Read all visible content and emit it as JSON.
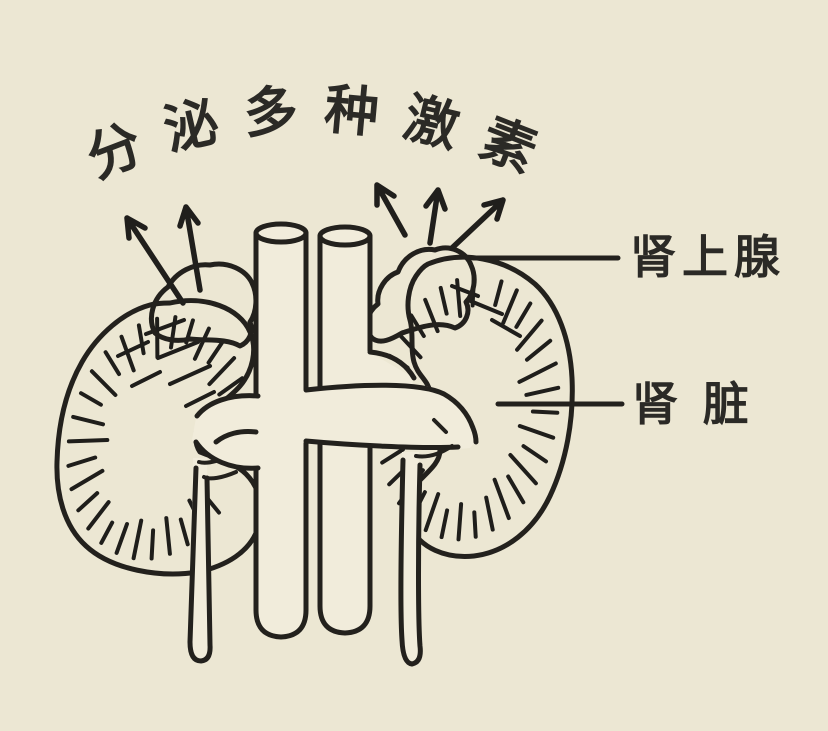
{
  "colors": {
    "background": "#ece7d3",
    "kidney_fill": "#82a3ab",
    "adrenal_fill": "#d0414c",
    "outline_ink": "#23211d",
    "text_ink": "#2b2a26"
  },
  "arc_title": {
    "text": "分泌多种激素"
  },
  "labels": {
    "adrenal_gland": {
      "text": "肾上腺"
    },
    "kidney": {
      "text": "肾 脏"
    }
  }
}
